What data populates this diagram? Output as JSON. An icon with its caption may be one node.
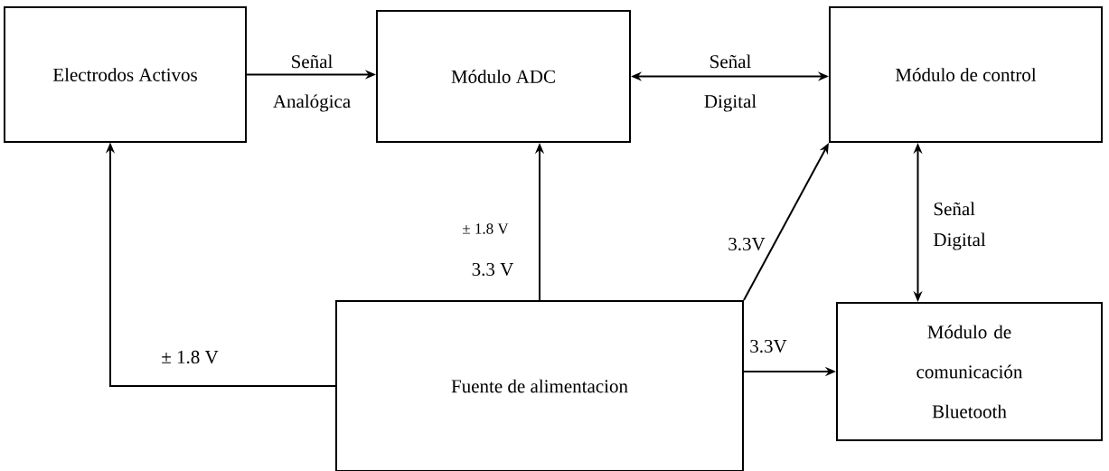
{
  "diagram": {
    "nodes": [
      {
        "text": [
          "Electrodos Activos"
        ]
      },
      {
        "text": [
          "Módulo ADC"
        ]
      },
      {
        "text": [
          "Módulo de control"
        ]
      },
      {
        "text": [
          "Fuente de alimentacion"
        ]
      },
      {
        "text": [
          "Módulo de comunicación Bluetooth"
        ]
      }
    ],
    "edges": [
      {
        "from": 0,
        "to": 1,
        "arrow": "to",
        "label": "Señal Analógica"
      },
      {
        "from": 1,
        "to": 2,
        "arrow": "both",
        "label": "Señal Digital"
      },
      {
        "from": 2,
        "to": 4,
        "arrow": "both",
        "label": "Señal Digital"
      },
      {
        "from": 3,
        "to": 0,
        "arrow": "to",
        "label": "± 1.8 V"
      },
      {
        "from": 3,
        "to": 1,
        "arrow": "to",
        "label": "3.3 V"
      },
      {
        "from": 3,
        "to": 2,
        "arrow": "to",
        "label": "3.3V"
      },
      {
        "from": 3,
        "to": 4,
        "arrow": "to",
        "label": "3.3V"
      }
    ],
    "labels": [
      "± 1.8 V"
    ]
  }
}
